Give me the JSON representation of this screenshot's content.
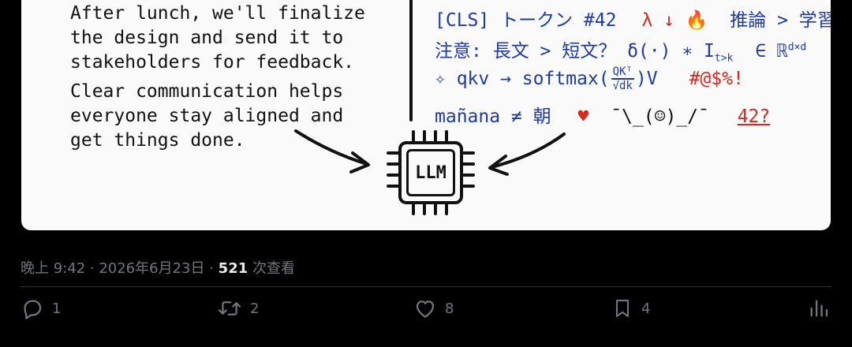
{
  "whiteboard": {
    "left_text": [
      "After lunch, we'll finalize",
      "the design and send it to",
      "stakeholders for feedback.",
      "Clear communication helps",
      "everyone stay aligned and",
      "get things done."
    ],
    "right": {
      "line1_blue": "[CLS] トークン #42",
      "line1_red": "λ ↓ 🔥",
      "line1_blue2": "推論 > 学習",
      "line2": "注意: 長文 > 短文？ δ(·) ∗ I",
      "line2_sub": "t>k",
      "line2_tail": "∈ ℝ",
      "line2_sup": "d×d",
      "line3_blue": "✧ qkv → softmax(",
      "line3_frac_top": "QKᵀ",
      "line3_frac_bottom": "√dk",
      "line3_blue2": ")V",
      "line3_red": "#@$%!",
      "line4_blue": "mañana ≠ 朝",
      "line4_heart": "♥",
      "line4_shrug": "¯\\_(☺)_/¯",
      "line4_red": "42?"
    },
    "chip_label": "LLM"
  },
  "meta": {
    "time": "晚上 9:42",
    "dot1": " · ",
    "date": "2026年6月23日",
    "dot2": " · ",
    "views_count": "521",
    "views_label": " 次查看"
  },
  "actions": {
    "reply_count": "1",
    "retweet_count": "2",
    "like_count": "8",
    "bookmark_count": "4"
  },
  "colors": {
    "background": "#000000",
    "muted": "#71767b",
    "board_blue": "#1f3aa3",
    "board_red": "#d42a20"
  }
}
